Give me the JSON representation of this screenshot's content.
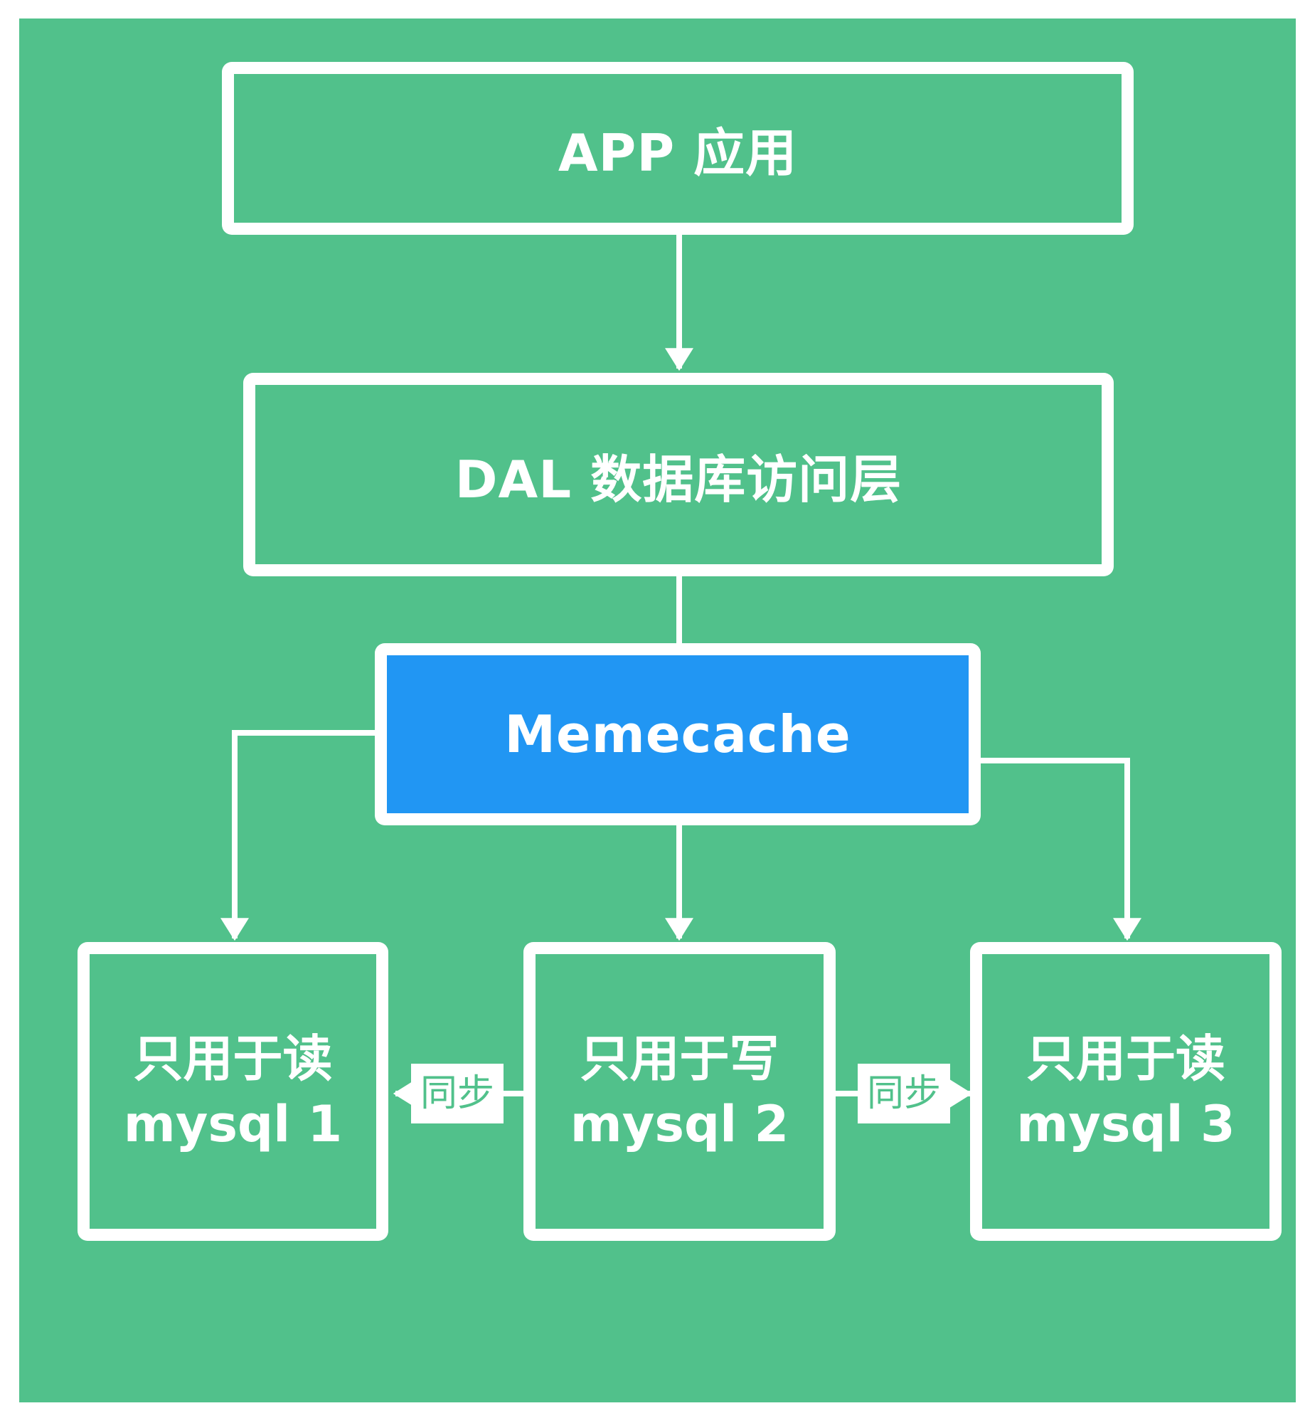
{
  "colors": {
    "background": "#51c18b",
    "cache_fill": "#2196f3",
    "stroke": "#ffffff",
    "text": "#ffffff",
    "sync_text": "#51c18b"
  },
  "nodes": {
    "app": "APP 应用",
    "dal": "DAL 数据库访问层",
    "cache": "Memecache",
    "db1": {
      "role": "只用于读",
      "name": "mysql 1"
    },
    "db2": {
      "role": "只用于写",
      "name": "mysql 2"
    },
    "db3": {
      "role": "只用于读",
      "name": "mysql 3"
    }
  },
  "edges": {
    "sync_left": "同步",
    "sync_right": "同步"
  }
}
